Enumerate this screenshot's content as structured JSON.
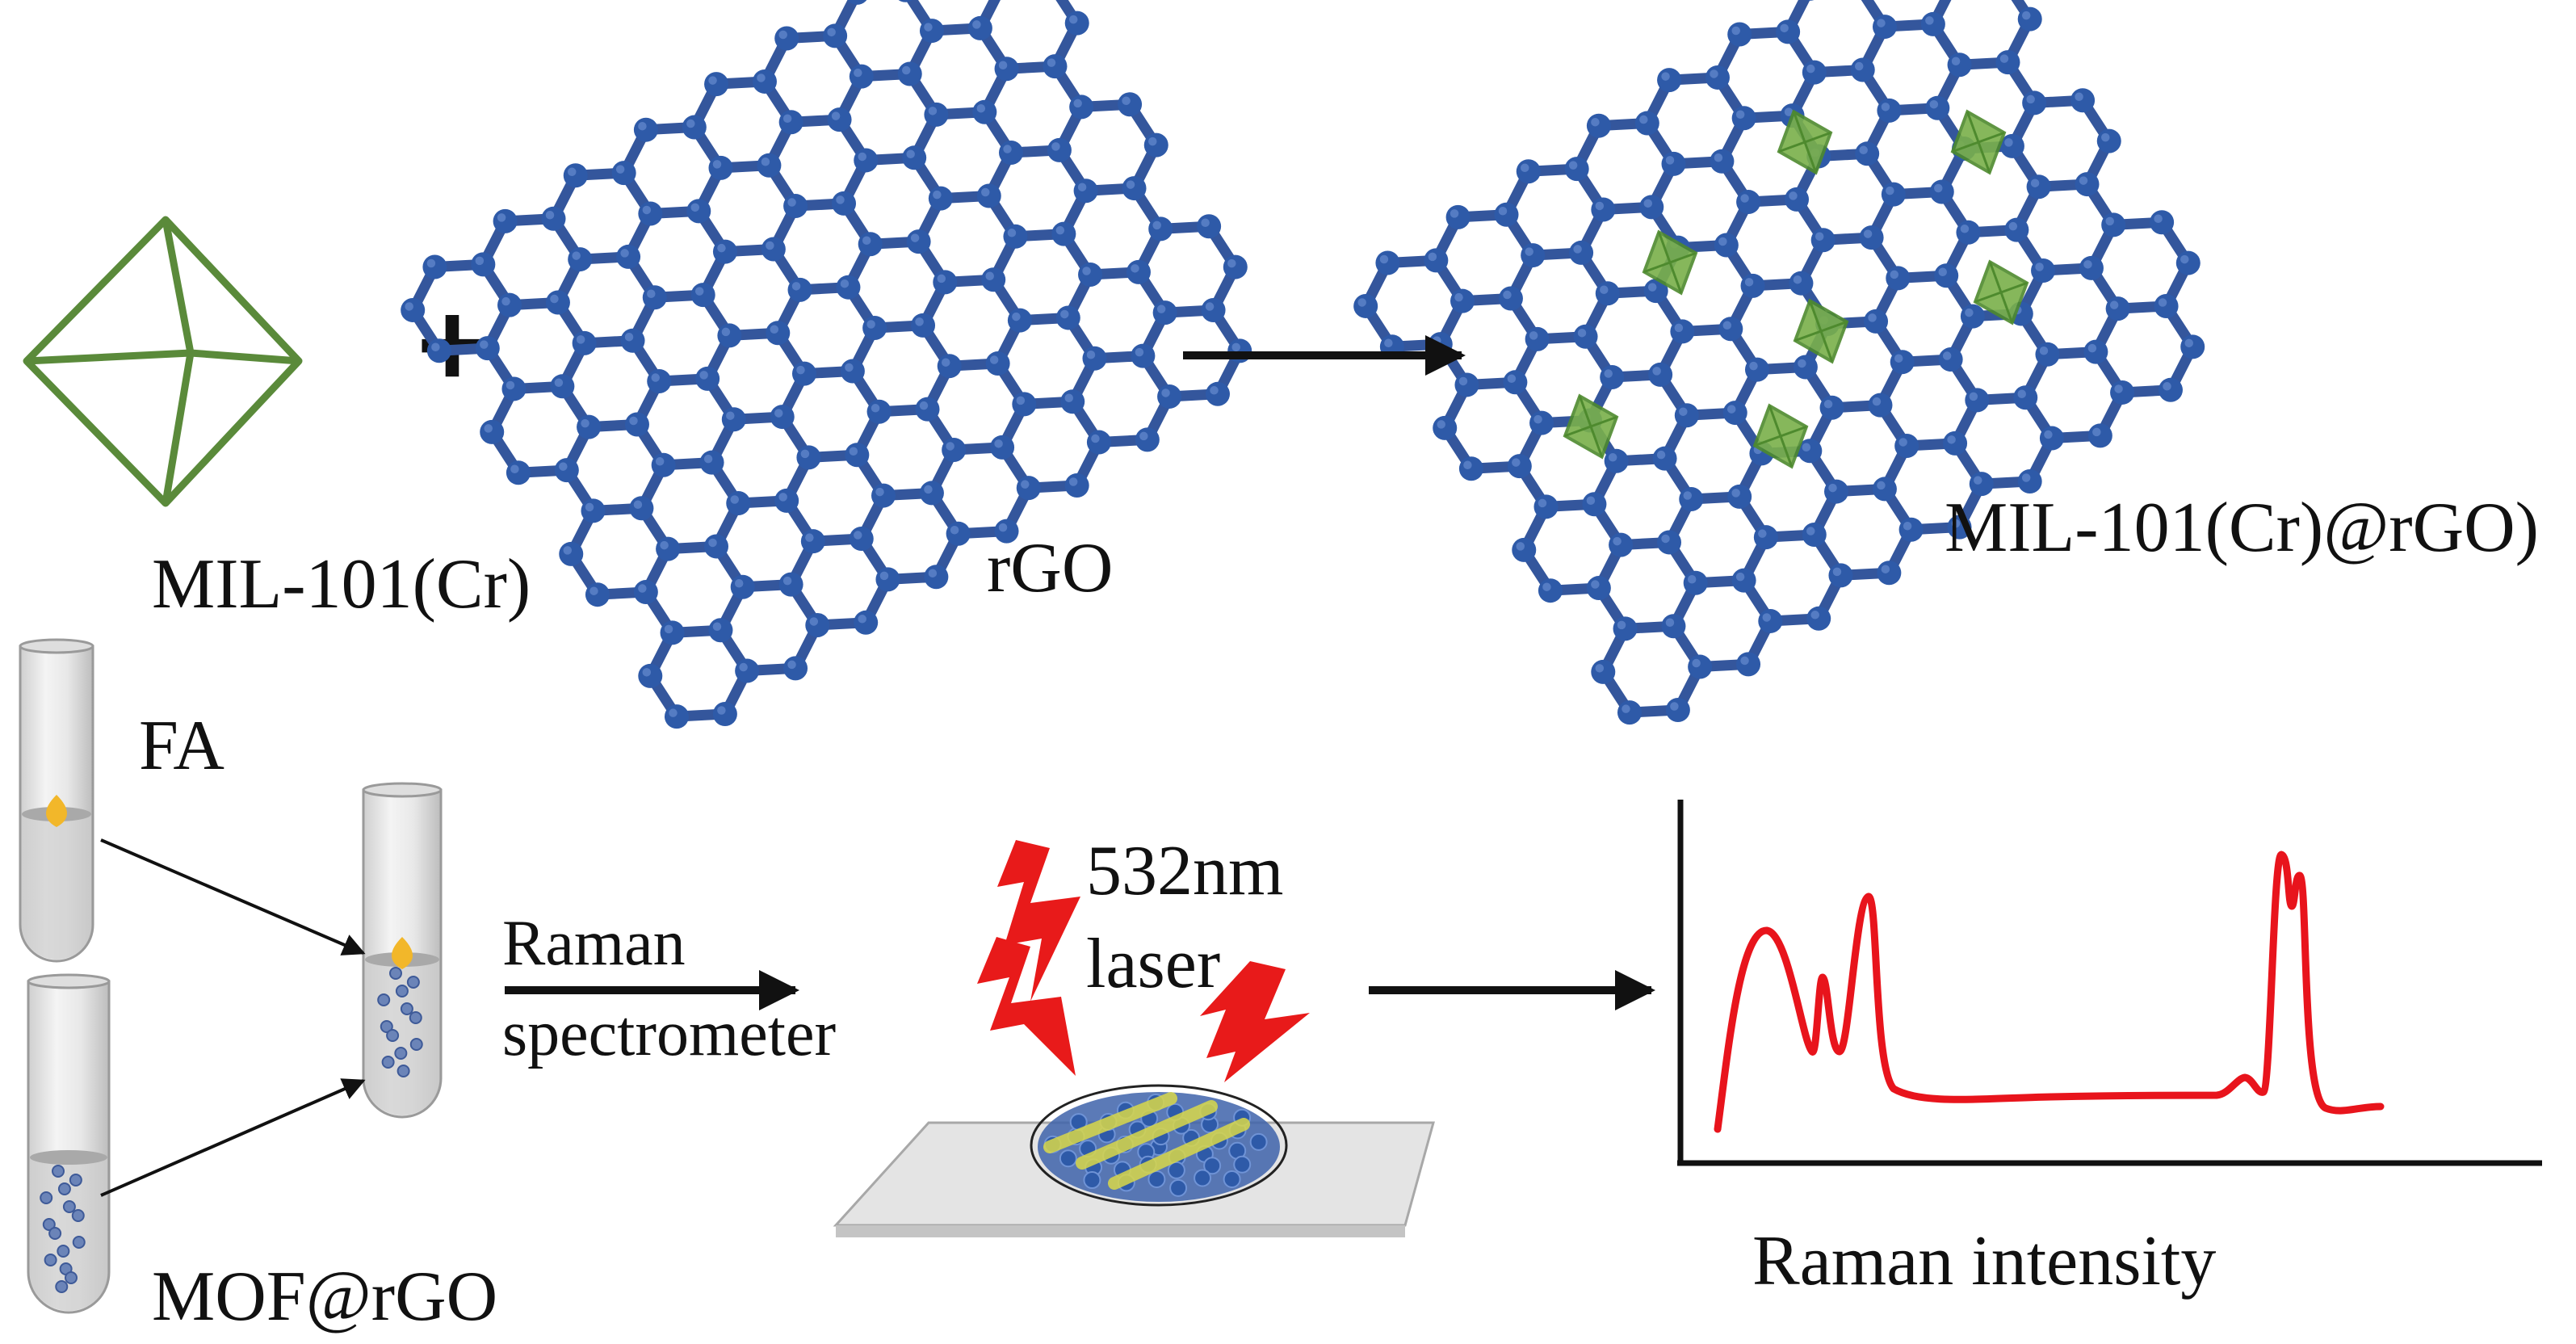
{
  "labels": {
    "mil": "MIL-101(Cr)",
    "rgo": "rGO",
    "composite": "MIL-101(Cr)@rGO)",
    "fa": "FA",
    "mof_rgo": "MOF@rGO",
    "raman": "Raman",
    "spectrometer": "spectrometer",
    "wavelength": "532nm",
    "laser": "laser",
    "intensity": "Raman intensity"
  },
  "symbols": {
    "plus": "+"
  },
  "colors": {
    "octahedron": "#5a8a3a",
    "graphene_node": "#2e5aa8",
    "graphene_bond": "#34569c",
    "mof_crystal": "#7ab04a",
    "fa_drop": "#f2b72a",
    "laser": "#e81a1a",
    "spectrum": "#e8141c",
    "arrow": "#111111"
  },
  "icons": [
    "octahedron-icon",
    "graphene-sheet-icon",
    "test-tube-icon",
    "lightning-icon",
    "substrate-icon"
  ]
}
